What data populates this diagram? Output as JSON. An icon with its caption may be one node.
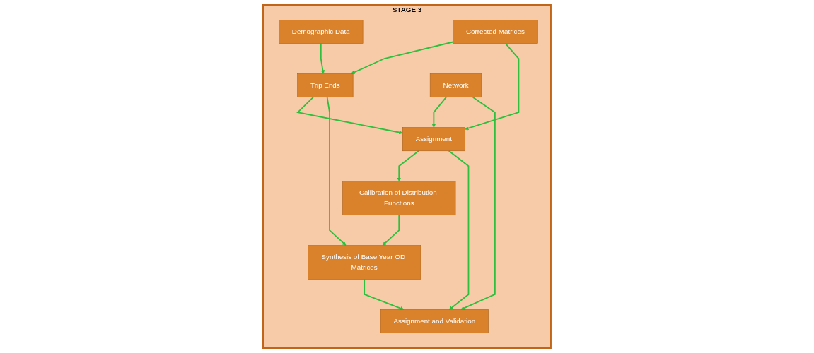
{
  "diagram": {
    "nodes": [
      {
        "text": [
          "STAGE 3"
        ]
      },
      {
        "text": [
          "Demographic Data"
        ],
        "in": 0
      },
      {
        "text": [
          "Corrected Matrices"
        ],
        "in": 0
      },
      {
        "text": [
          "Network"
        ],
        "in": 0
      },
      {
        "text": [
          "Trip Ends"
        ],
        "in": 0
      },
      {
        "text": [
          "Assignment"
        ],
        "in": 0
      },
      {
        "text": [
          "Calibration of Distribution Functions"
        ],
        "in": 0
      },
      {
        "text": [
          "Synthesis of Base Year OD Matrices"
        ],
        "in": 0
      },
      {
        "text": [
          "Assignment and Validation"
        ],
        "in": 0
      }
    ],
    "edges": [
      {
        "from": 1,
        "to": 4,
        "arrow": "to"
      },
      {
        "from": 2,
        "to": 4,
        "arrow": "to"
      },
      {
        "from": 2,
        "to": 5,
        "arrow": "to"
      },
      {
        "from": 3,
        "to": 5,
        "arrow": "to"
      },
      {
        "from": 3,
        "to": 8,
        "arrow": "to"
      },
      {
        "from": 4,
        "to": 5,
        "arrow": "to"
      },
      {
        "from": 4,
        "to": 7,
        "arrow": "to"
      },
      {
        "from": 5,
        "to": 6,
        "arrow": "to"
      },
      {
        "from": 5,
        "to": 8,
        "arrow": "to"
      },
      {
        "from": 6,
        "to": 7,
        "arrow": "to"
      },
      {
        "from": 7,
        "to": 8,
        "arrow": "to"
      }
    ]
  }
}
